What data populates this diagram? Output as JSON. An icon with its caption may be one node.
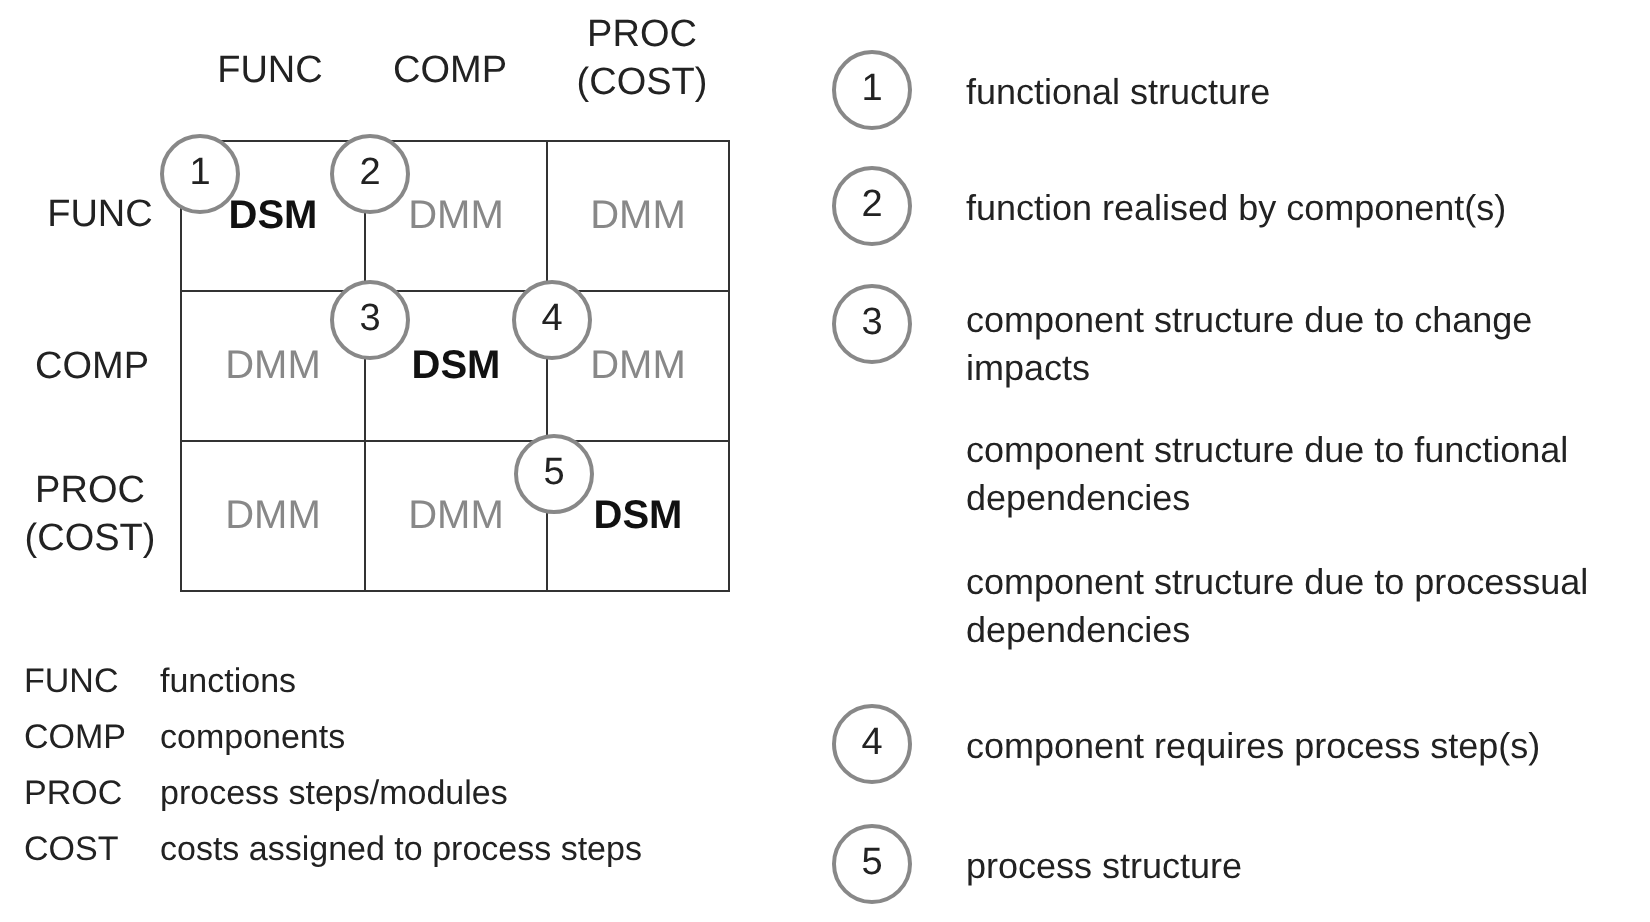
{
  "diagram": {
    "labels": [
      "FUNC",
      "COMP",
      "PROC (COST)",
      "FUNC",
      "DSM",
      "DMM",
      "DMM",
      "COMP",
      "DMM",
      "DSM",
      "DMM",
      "PROC (COST)",
      "DMM",
      "DMM",
      "DSM",
      "1",
      "2",
      "3",
      "4",
      "5",
      "FUNC",
      "functions",
      "COMP",
      "components",
      "PROC",
      "process steps/modules",
      "COST",
      "costs assigned to process steps",
      "1",
      "functional structure",
      "2",
      "function realised by component(s)",
      "3",
      "component structure due to change impacts",
      "component structure due to functional dependencies",
      "component structure due to processual dependencies",
      "4",
      "component requires process step(s)",
      "5",
      "process structure"
    ]
  }
}
